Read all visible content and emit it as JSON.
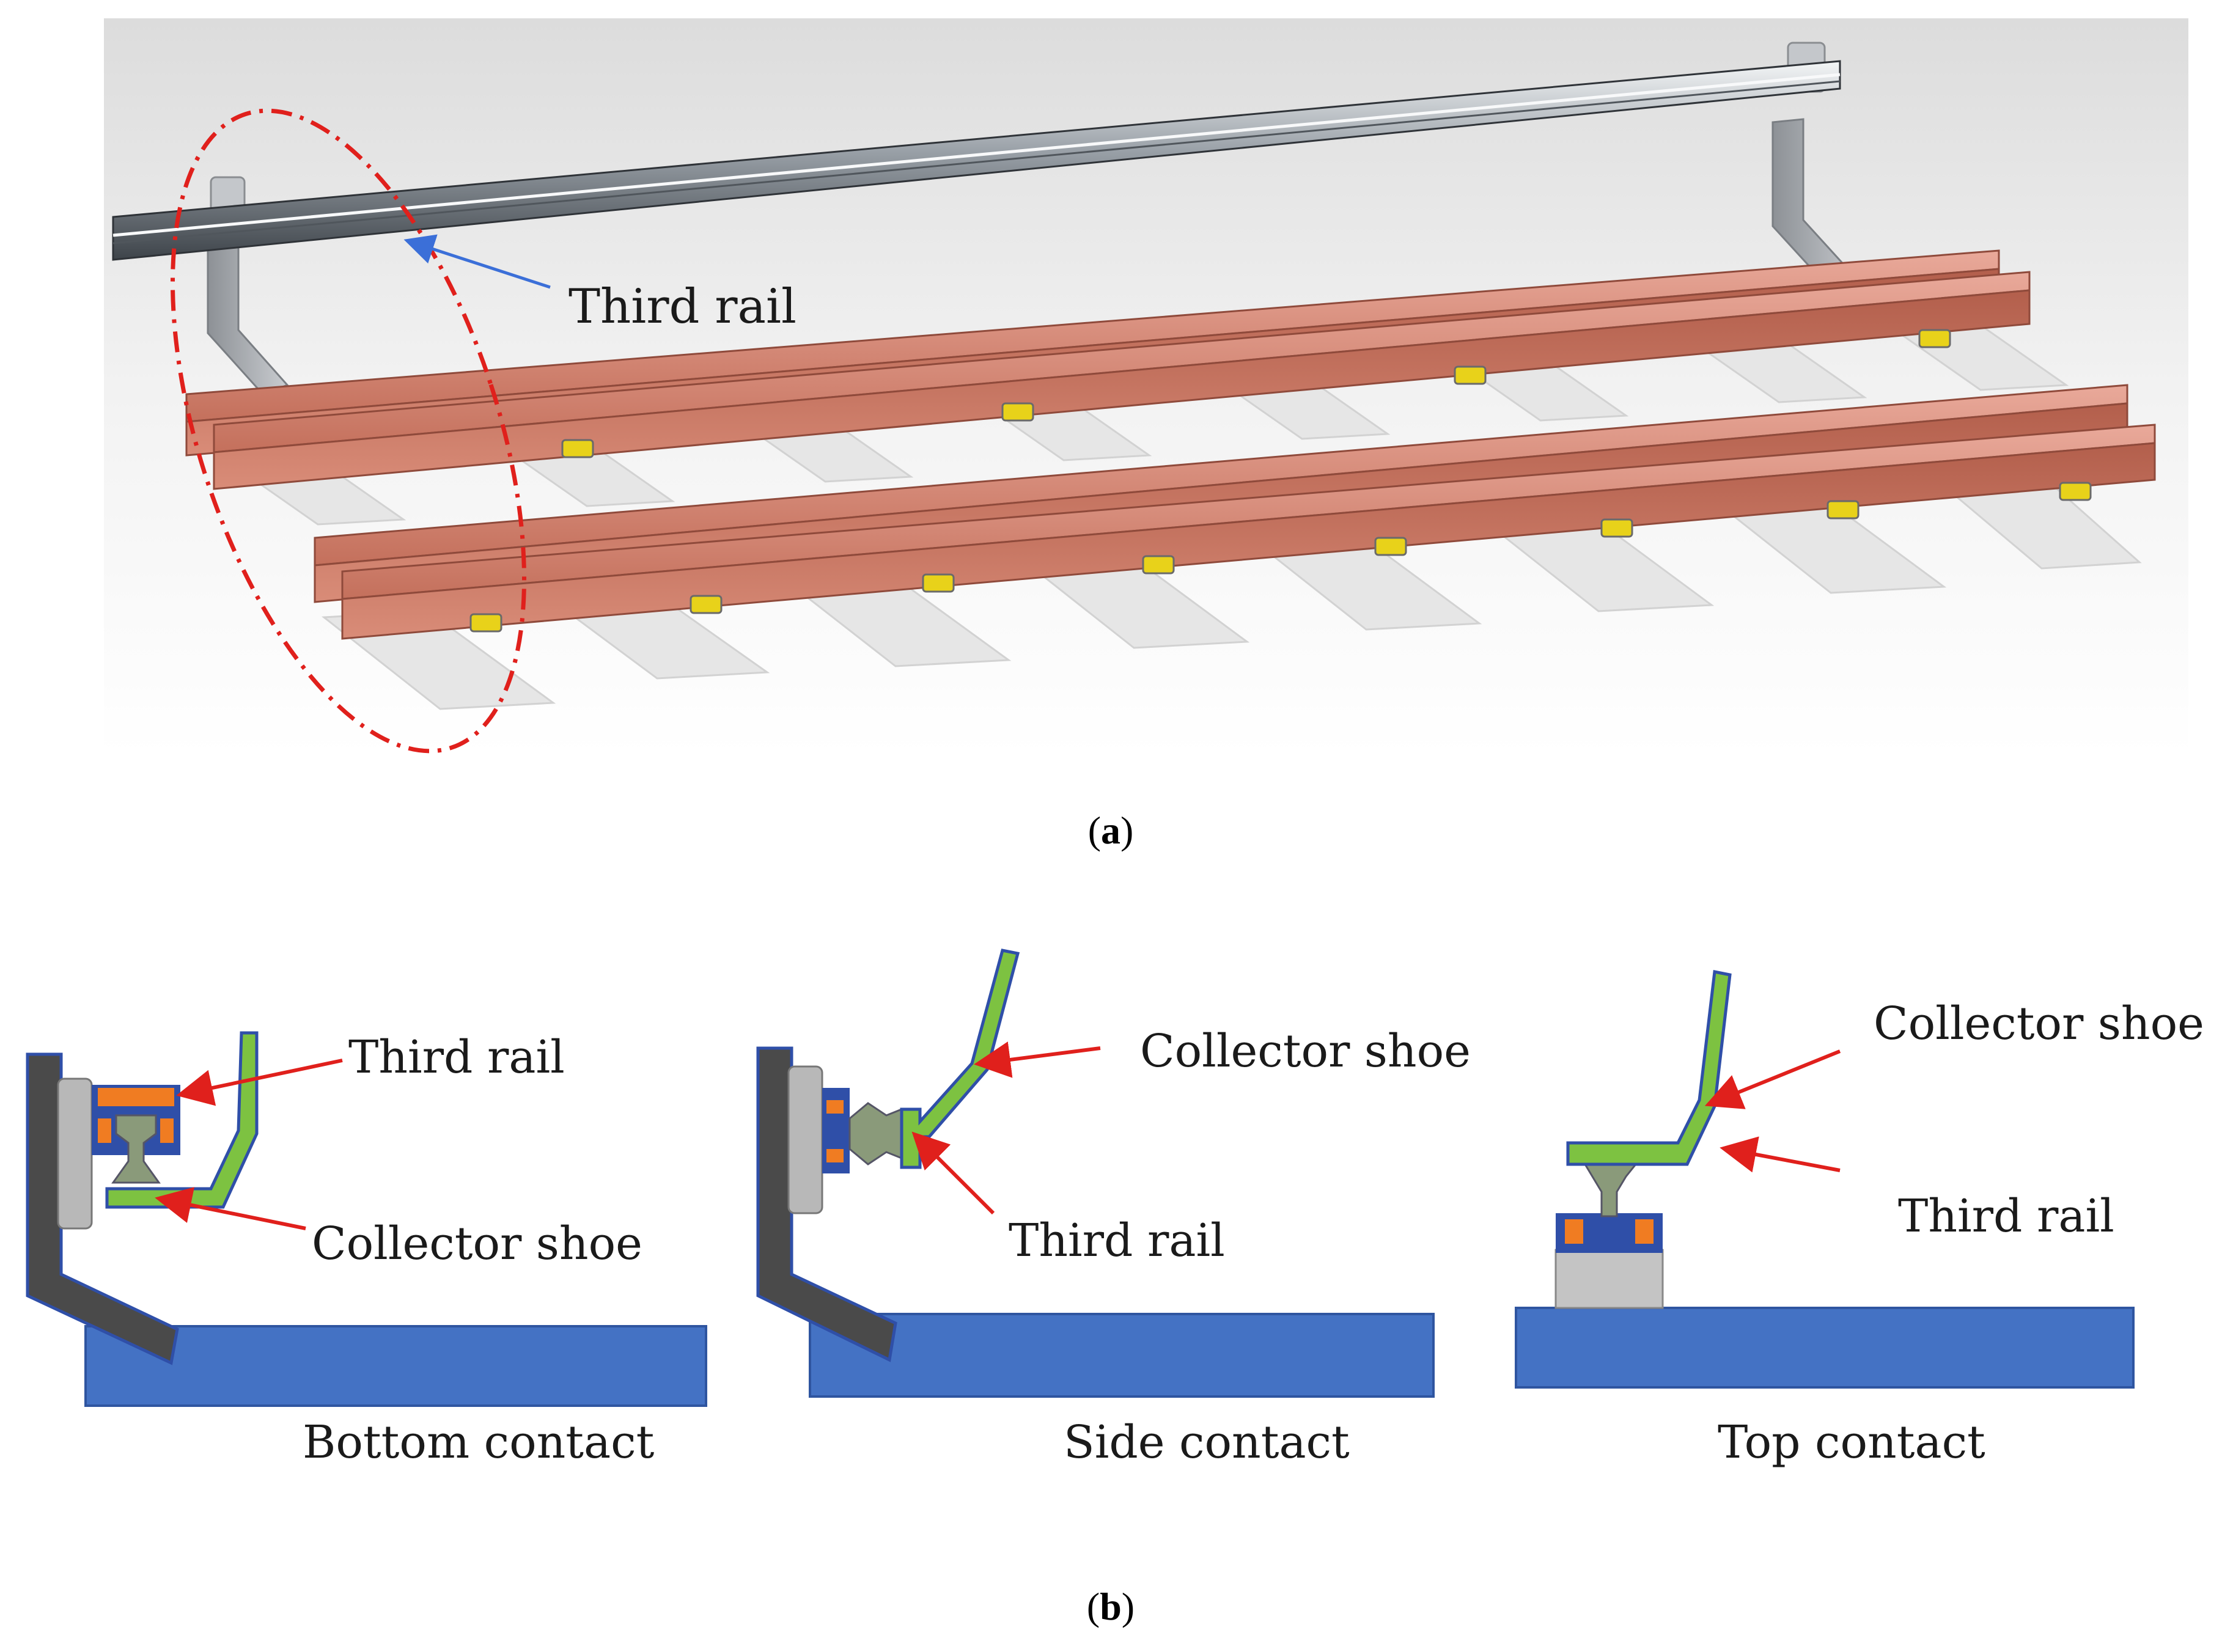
{
  "panel_a": {
    "callout": "Third rail",
    "caption": {
      "open": "(",
      "letter": "a",
      "close": ")"
    }
  },
  "panel_b": {
    "bottom": {
      "title": "Bottom contact",
      "third_rail": "Third rail",
      "collector_shoe": "Collector shoe"
    },
    "side": {
      "title": "Side contact",
      "third_rail": "Third rail",
      "collector_shoe": "Collector shoe"
    },
    "top": {
      "title": "Top contact",
      "third_rail": "Third rail",
      "collector_shoe": "Collector shoe"
    },
    "caption": {
      "open": "(",
      "letter": "b",
      "close": ")"
    }
  },
  "colors": {
    "running_rail": "#c8705e",
    "third_rail": "#b9bec4",
    "sleeper": "#e4e4e4",
    "clip": "#e8d21a",
    "highlight": "#e0201c",
    "callout_arrow": "#3b6fd8",
    "base_block": "#4472c4",
    "bracket": "#4a4a4a",
    "shoe": "#7dc241",
    "insulator": "#b8b8b8",
    "rail_section": "#8a9a7a",
    "cover_orange": "#f07c22",
    "cover_blue": "#2f4fa8"
  }
}
